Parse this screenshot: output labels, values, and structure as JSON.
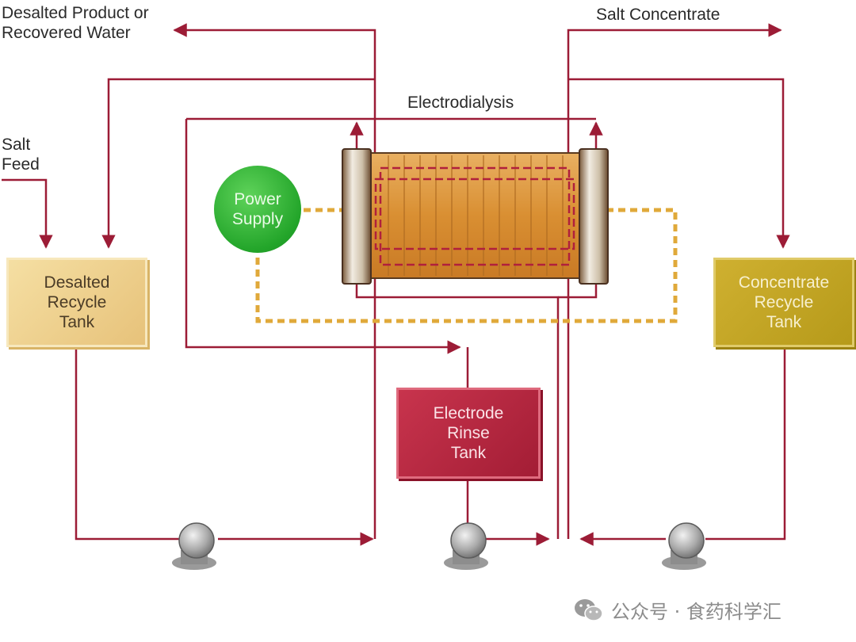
{
  "labels": {
    "desalted_product_line1": "Desalted Product or",
    "desalted_product_line2": "Recovered Water",
    "salt_concentrate": "Salt Concentrate",
    "electrodialysis": "Electrodialysis",
    "salt_feed_line1": "Salt",
    "salt_feed_line2": "Feed"
  },
  "tanks": {
    "desalted": [
      "Desalted",
      "Recycle",
      "Tank"
    ],
    "concentrate": [
      "Concentrate",
      "Recycle",
      "Tank"
    ],
    "rinse": [
      "Electrode",
      "Rinse",
      "Tank"
    ]
  },
  "power_supply": [
    "Power",
    "Supply"
  ],
  "watermark": "公众号 · 食药科学汇",
  "colors": {
    "pipe": "#9c1c36",
    "dc_wire": "#e0a93a",
    "desalted_tank": "#f0d497",
    "concentrate_tank": "#c6a826",
    "rinse_tank": "#b8283f",
    "power_supply": "#2db335",
    "stack": "#d9963d"
  },
  "icons": [
    "pump-icon",
    "pump-icon",
    "pump-icon",
    "wechat-icon"
  ]
}
